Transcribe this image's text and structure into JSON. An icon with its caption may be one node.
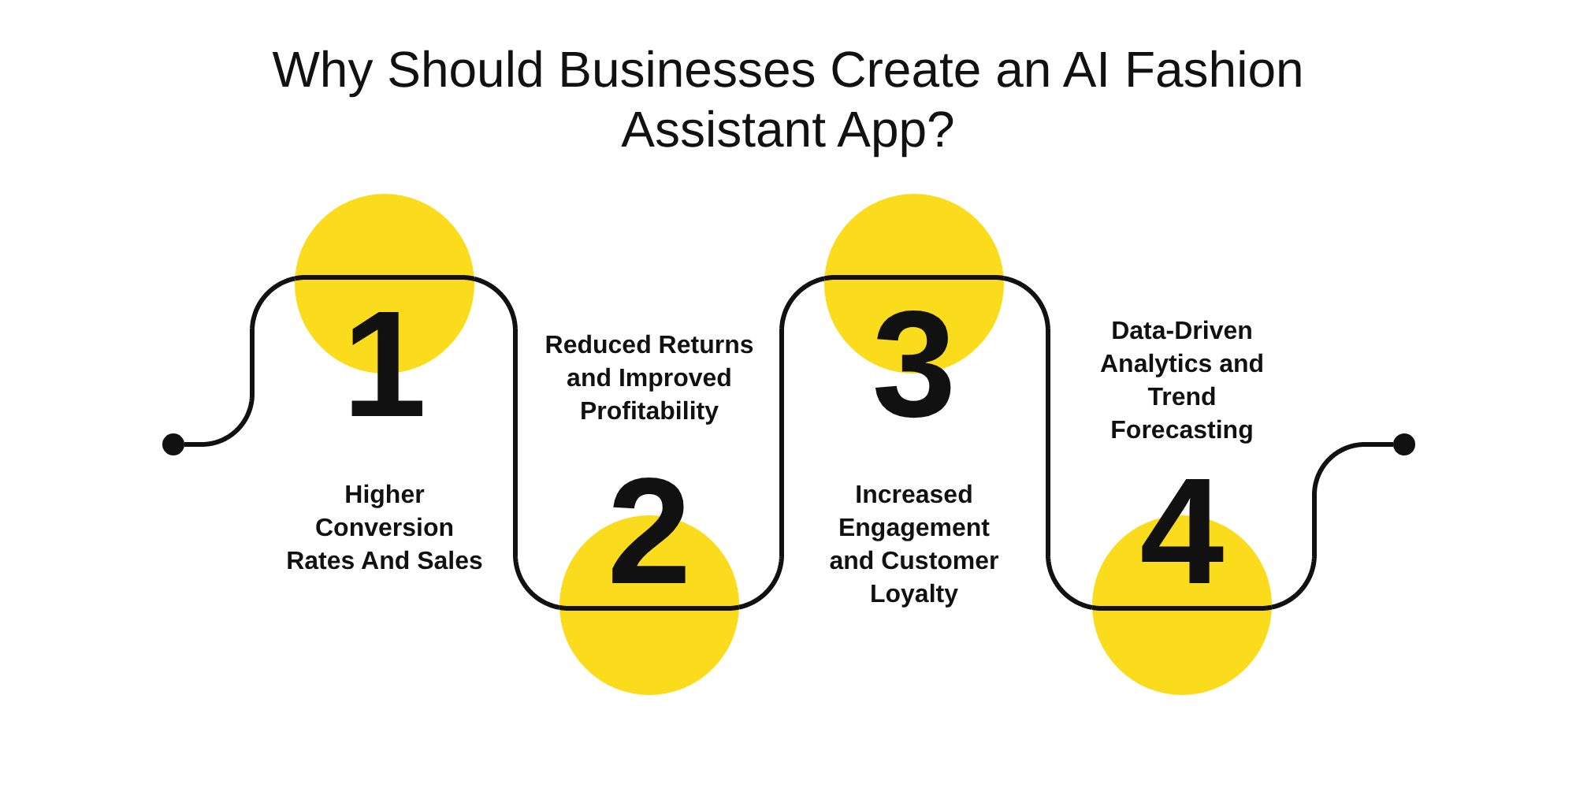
{
  "diagram": {
    "title": "Why Should Businesses Create an AI Fashion Assistant App?",
    "nodes": [
      {
        "text": [],
        "shape": "circle"
      },
      {
        "text": [
          "1"
        ]
      },
      {
        "text": [
          "2"
        ]
      },
      {
        "text": [
          "3"
        ]
      },
      {
        "text": [
          "4"
        ]
      },
      {
        "text": [],
        "shape": "circle"
      }
    ],
    "edges": [
      {
        "from": 0,
        "to": 1,
        "arrow": "none"
      },
      {
        "from": 1,
        "to": 2,
        "arrow": "none"
      },
      {
        "from": 2,
        "to": 3,
        "arrow": "none"
      },
      {
        "from": 3,
        "to": 4,
        "arrow": "none"
      },
      {
        "from": 4,
        "to": 5,
        "arrow": "none"
      }
    ],
    "labels": [
      "Higher Conversion Rates And Sales",
      "Reduced Returns and Improved Profitability",
      "Increased Engagement and Customer Loyalty",
      "Data-Driven Analytics and Trend Forecasting"
    ]
  }
}
